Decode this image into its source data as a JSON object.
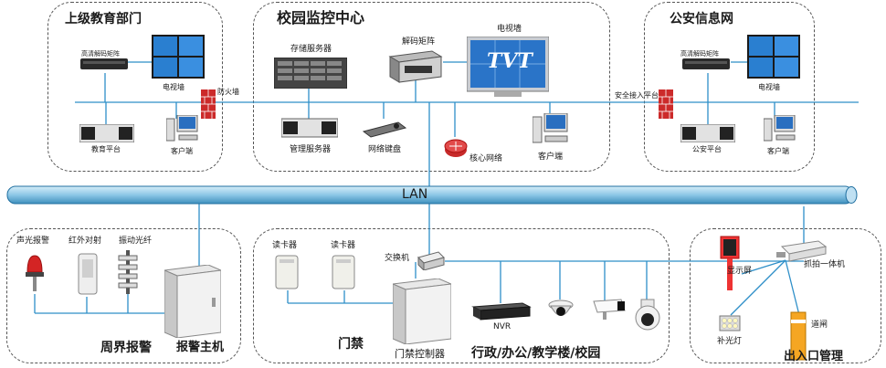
{
  "sections": {
    "edu": {
      "title": "上级教育部门",
      "matrix": "高清解码矩阵",
      "tvwall": "电视墙",
      "firewall": "防火墙",
      "platform": "教育平台",
      "client": "客户端"
    },
    "center": {
      "title": "校园监控中心",
      "storage": "存储服务器",
      "decoder": "解码矩阵",
      "tvwall": "电视墙",
      "tvwall_logo": "TVT",
      "mgmt": "管理服务器",
      "keyboard": "网络键盘",
      "core": "核心网络",
      "client": "客户端"
    },
    "police": {
      "title": "公安信息网",
      "matrix": "高清解码矩阵",
      "gateway": "安全接入平台",
      "tvwall": "电视墙",
      "platform": "公安平台",
      "client": "客户端"
    },
    "lan": "LAN",
    "perimeter": {
      "title": "周界报警",
      "item1": "声光报警",
      "item2": "红外对射",
      "item3": "振动光纤",
      "host": "报警主机"
    },
    "access": {
      "title": "门禁",
      "reader1": "读卡器",
      "reader2": "读卡器",
      "switch": "交换机",
      "controller": "门禁控制器",
      "nvr": "NVR",
      "area": "行政/办公/教学楼/校园"
    },
    "gate": {
      "title": "出入口管理",
      "display": "显示屏",
      "camera": "抓拍一体机",
      "fill_light": "补光灯",
      "barrier": "道闸"
    }
  }
}
